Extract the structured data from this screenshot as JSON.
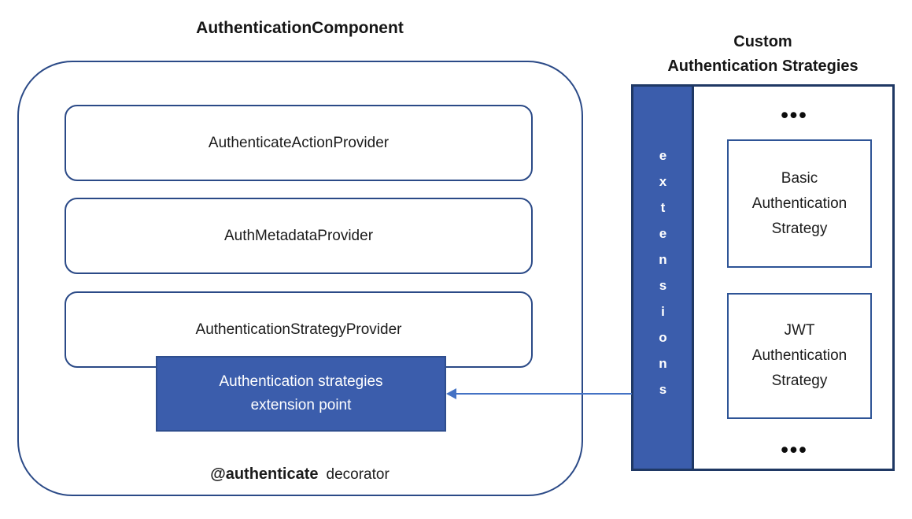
{
  "diagram": {
    "left": {
      "title": "AuthenticationComponent",
      "providers": [
        "AuthenticateActionProvider",
        "AuthMetadataProvider",
        "AuthenticationStrategyProvider"
      ],
      "extension_point": {
        "line1": "Authentication strategies",
        "line2": "extension point"
      },
      "decorator": {
        "name": "@authenticate",
        "suffix": "decorator"
      }
    },
    "right": {
      "title_line1": "Custom",
      "title_line2": "Authentication Strategies",
      "extensions_bar_label": "extensions",
      "ellipsis_top": "•••",
      "ellipsis_bottom": "•••",
      "strategies": [
        {
          "line1": "Basic",
          "line2": "Authentication",
          "line3": "Strategy"
        },
        {
          "line1": "JWT",
          "line2": "Authentication",
          "line3": "Strategy"
        }
      ]
    },
    "colors": {
      "fill_blue": "#3b5dac",
      "arrow_blue": "#4472c4",
      "outer_border_blue": "#2b4a87",
      "panel_border_navy": "#1f3864",
      "strategy_border_blue": "#2e5496",
      "text_dark": "#1a1a1a",
      "text_white": "#ffffff"
    }
  }
}
